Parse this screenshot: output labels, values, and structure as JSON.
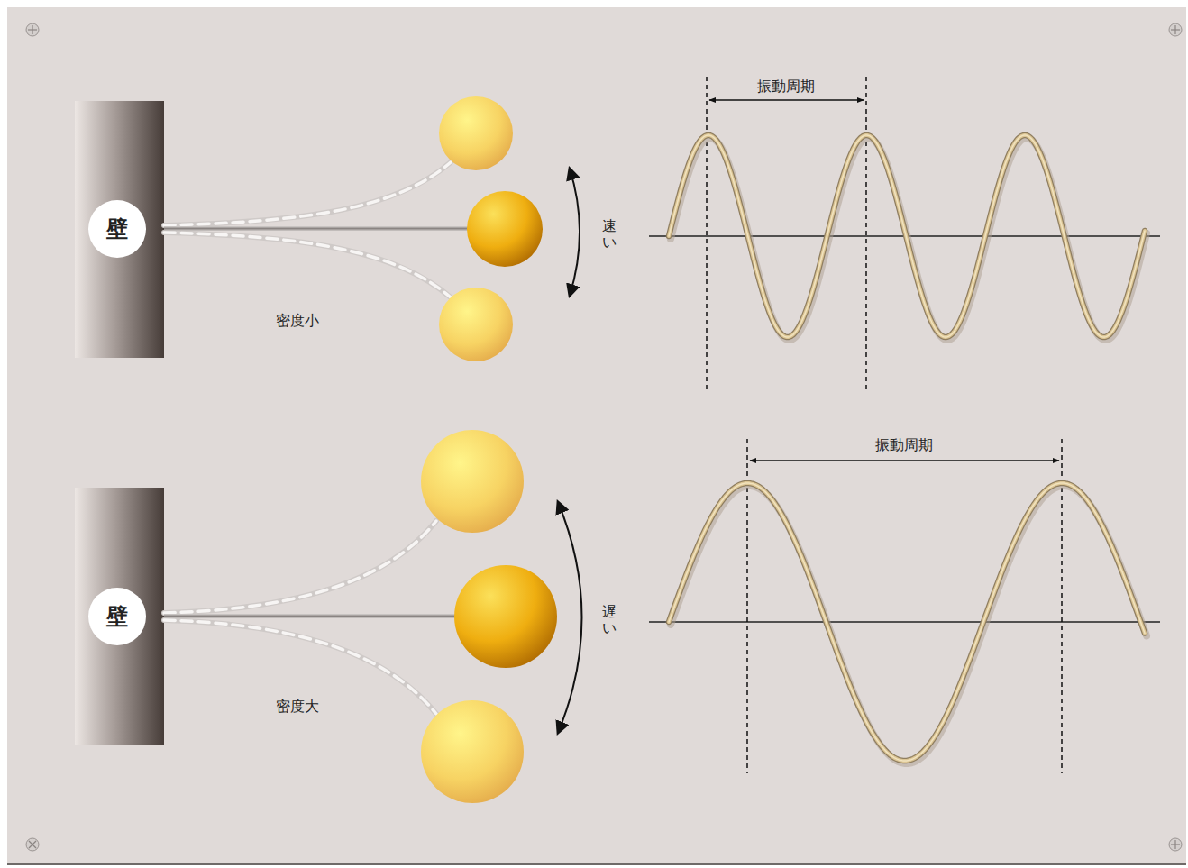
{
  "diagram": {
    "nodes": [
      {
        "text": [
          "壁"
        ]
      },
      {
        "text": [
          "壁"
        ]
      }
    ],
    "labels": [
      "密度小",
      "速い",
      "振動周期",
      "密度大",
      "遅い",
      "振動周期"
    ]
  }
}
